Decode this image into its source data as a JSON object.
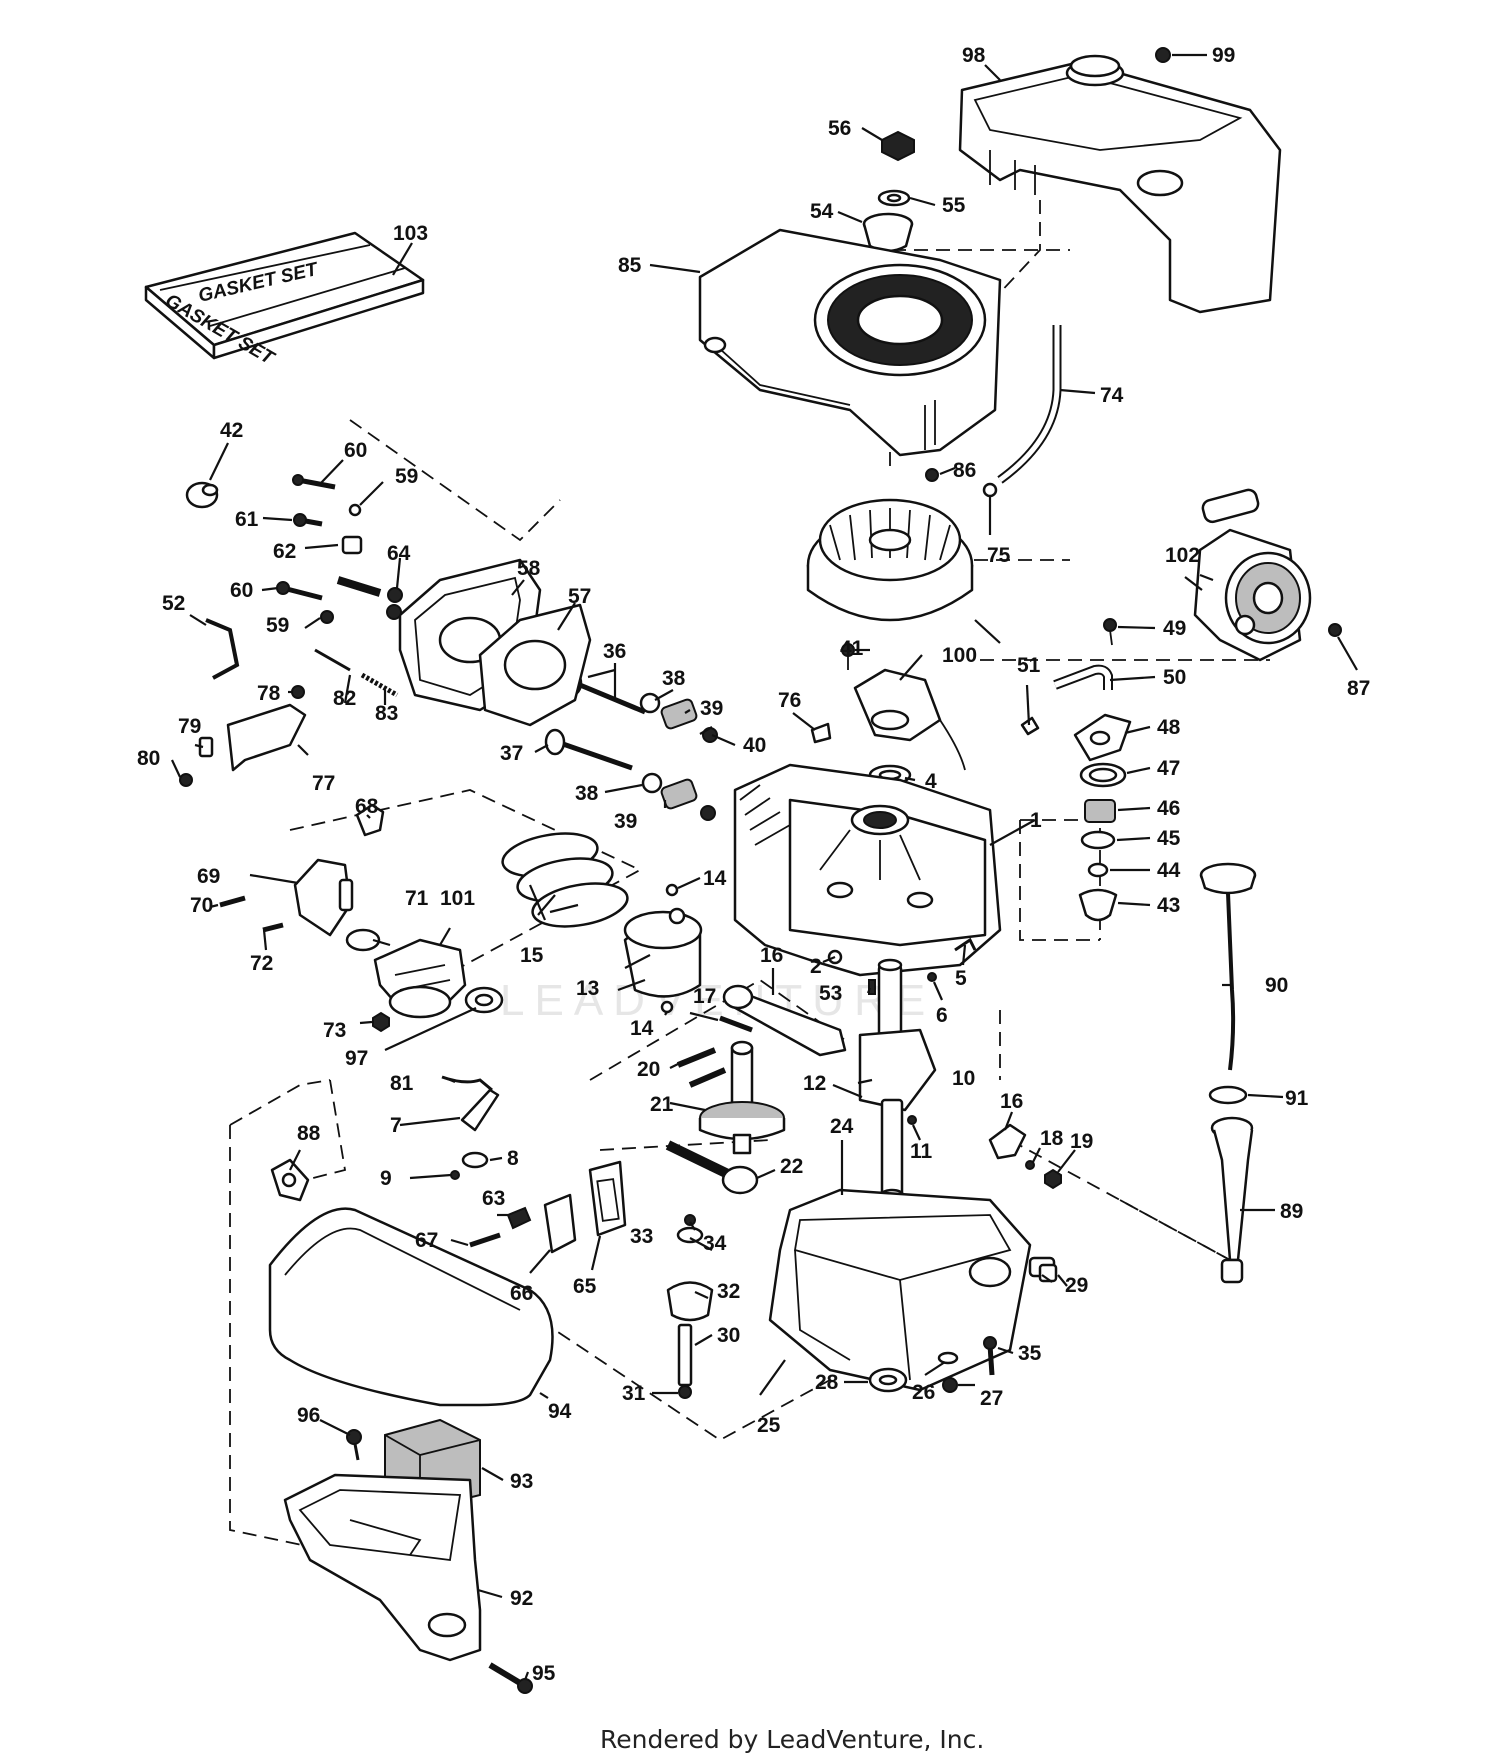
{
  "footer": {
    "credit": "Rendered by LeadVenture, Inc."
  },
  "watermark": {
    "text": "LEADVENTURE"
  },
  "gasket_box": {
    "label": "GASKET SET",
    "side_label": "GASKET SET"
  },
  "callouts": [
    "1",
    "2",
    "4",
    "5",
    "6",
    "7",
    "8",
    "9",
    "10",
    "11",
    "12",
    "13",
    "14",
    "14",
    "15",
    "16",
    "16",
    "17",
    "18",
    "19",
    "20",
    "21",
    "22",
    "24",
    "25",
    "26",
    "27",
    "28",
    "29",
    "30",
    "31",
    "32",
    "33",
    "34",
    "35",
    "36",
    "37",
    "38",
    "38",
    "39",
    "39",
    "40",
    "41",
    "42",
    "43",
    "44",
    "45",
    "46",
    "47",
    "48",
    "49",
    "50",
    "51",
    "52",
    "53",
    "54",
    "55",
    "56",
    "57",
    "58",
    "59",
    "59",
    "60",
    "60",
    "61",
    "62",
    "63",
    "64",
    "65",
    "66",
    "67",
    "68",
    "69",
    "70",
    "71",
    "72",
    "73",
    "74",
    "75",
    "76",
    "77",
    "78",
    "79",
    "80",
    "81",
    "82",
    "83",
    "85",
    "86",
    "87",
    "88",
    "89",
    "90",
    "91",
    "92",
    "93",
    "94",
    "95",
    "96",
    "97",
    "98",
    "99",
    "100",
    "101",
    "102",
    "103"
  ]
}
